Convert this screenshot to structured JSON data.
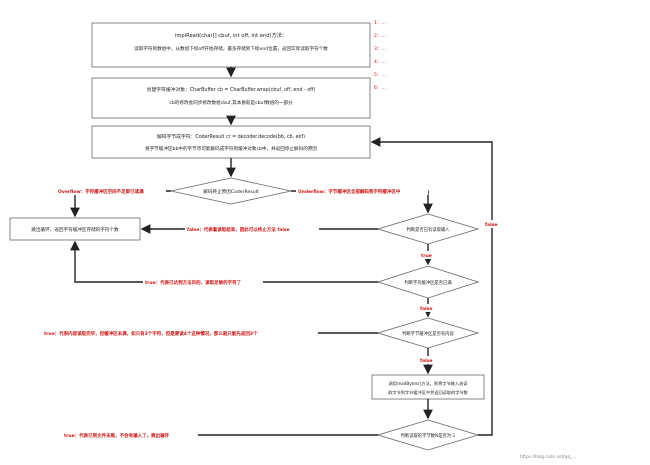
{
  "boxes": {
    "read_method": {
      "line1": "implRead(char[] cbuf, int off, int end)方法：",
      "line2": "读取字符到数组中，从数组下标off开始存储，最多存储到下标end位置，返回实际读取字符个数"
    },
    "create_buffer": {
      "line1": "创建字符缓冲对象：CharBuffer cb = CharBuffer.wrap(cbuf, off, end - off)",
      "line2": "cb的修改会同步修改数组cbuf,其本质就是cbuf数组的一部分"
    },
    "decode": {
      "line1": "解码字节成字符：CoderResult cr = decoder.decode(bb, cb, eof)",
      "line2": "将字节缓冲区bb中的字节尽可能解码成字符到缓冲对象cb中，并返回停止解码的原因"
    },
    "exit_loop": {
      "line1": "跳出循环，返回字符缓冲区存储的字符个数"
    },
    "read_bytes": {
      "line1": "调用readBytes()方法，则将字节输入流读",
      "line2": "取字节到字节缓冲区中并返回读取的字节数"
    }
  },
  "decisions": {
    "stop_reason": "解码终止原因CoderResult",
    "eof_check": "判断是否已有读取输入",
    "buffer_full": "判断字符缓冲区是否已满",
    "byte_buffer": "判断字节缓冲区是否有内容",
    "bytes_read": "判断读取的字节数N是否为-1"
  },
  "labels": {
    "overflow": "Overflow：字符缓冲区空间不足即已读满",
    "underflow": "Underflow：字节缓冲区全部解码到字符缓冲区中",
    "false_eof": "false：代表着读取结束，因此可以终止方法 false",
    "false_right": "false",
    "true_1": "true",
    "true_buffer_full": "true：代表已达到方法目的，读取足够的字符了",
    "false_2": "false",
    "true_byte_buffer": "true：代表内容读取完毕，但缓冲区未满，如只有3个字符，但是要读4个这种情况，那么就只能先返回3个",
    "false_3": "false",
    "true_eof": "true：代表已到文件末尾，不会有输入了，跳出循环"
  },
  "notes": [
    "1：...",
    "2：...",
    "3：...",
    "4：...",
    "5：...",
    "6：..."
  ],
  "watermark": "https://blog.csdn.net/qq_..."
}
